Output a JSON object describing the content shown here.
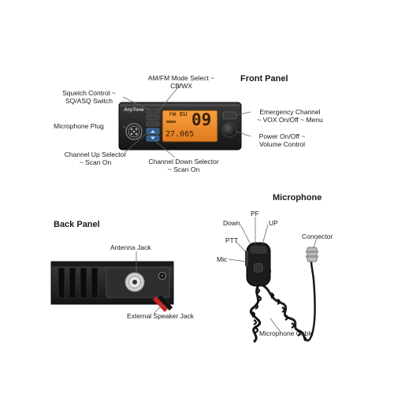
{
  "front_panel": {
    "title": "Front Panel",
    "brand": "AnyTone",
    "display": {
      "channel": "09",
      "mode": "FM",
      "band": "EU",
      "frequency": "27.065"
    },
    "labels": {
      "squelch": [
        "Squelch Control ~",
        "SQ/ASQ Switch"
      ],
      "am_fm": [
        "AM/FM Mode Select ~",
        "CB/WX"
      ],
      "mic_plug": "Microphone Plug",
      "channel_up": [
        "Channel Up Selector",
        "~ Scan On"
      ],
      "channel_down": [
        "Channel Down Selector",
        "~ Scan On"
      ],
      "emergency": [
        "Emergency Channel",
        "~ VOX On/Off ~ Menu"
      ],
      "power": [
        "Power On/Off ~",
        "Volume Control"
      ]
    }
  },
  "back_panel": {
    "title": "Back Panel",
    "labels": {
      "antenna": "Antenna Jack",
      "speaker": "External Speaker Jack"
    }
  },
  "microphone": {
    "title": "Microphone",
    "labels": {
      "pf": "PF",
      "down": "Down",
      "up": "UP",
      "ptt": "PTT",
      "mic": "Mic",
      "connector": "Connector",
      "cable": "Microphone Cable"
    }
  },
  "colors": {
    "display_bg": "#f08a2a",
    "radio_body": "#2a2a2a",
    "line": "#666666"
  }
}
